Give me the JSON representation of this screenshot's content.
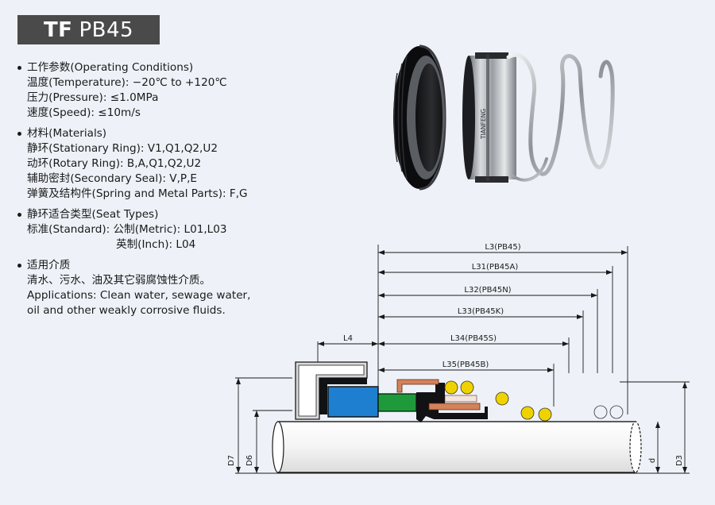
{
  "title": {
    "brand": "TF",
    "model": "PB45"
  },
  "sections": [
    {
      "heading": "工作参数(Operating Conditions)",
      "lines": [
        "温度(Temperature): −20℃ to +120℃",
        "压力(Pressure): ≤1.0MPa",
        "速度(Speed): ≤10m/s"
      ]
    },
    {
      "heading": "材料(Materials)",
      "lines": [
        "静环(Stationary Ring): V1,Q1,Q2,U2",
        "动环(Rotary Ring): B,A,Q1,Q2,U2",
        "辅助密封(Secondary Seal): V,P,E",
        "弹簧及结构件(Spring and Metal Parts): F,G"
      ]
    },
    {
      "heading": "静环适合类型(Seat Types)",
      "lines": [
        "标准(Standard): 公制(Metric): L01,L03"
      ],
      "indented_lines": [
        "英制(Inch): L04"
      ]
    },
    {
      "heading": "适用介质",
      "lines": [
        "清水、污水、油及其它弱腐蚀性介质。",
        "Applications: Clean water, sewage water,",
        "oil and other weakly corrosive fluids."
      ]
    }
  ],
  "dimensions": {
    "L3": "L3(PB45)",
    "L31": "L31(PB45A)",
    "L32": "L32(PB45N)",
    "L33": "L33(PB45K)",
    "L34": "L34(PB45S)",
    "L35": "L35(PB45B)",
    "L4": "L4",
    "D7": "D7",
    "D6": "D6",
    "d": "d",
    "D3": "D3"
  },
  "brand_mark": "TIANFENG",
  "colors": {
    "background": "#eef2f8",
    "title_box": "#4a4a4a",
    "rotary_blue": "#1e7fd0",
    "elastomer_green": "#1f9a3a",
    "copper": "#d4825a",
    "ball_yellow": "#f0d200"
  }
}
